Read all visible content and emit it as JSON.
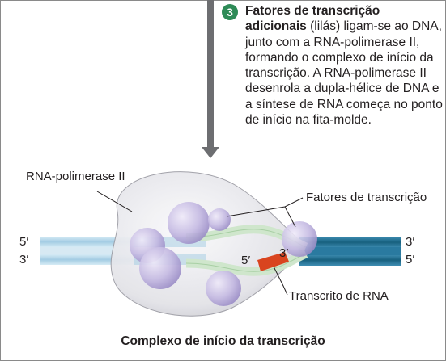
{
  "step": {
    "number": "3",
    "title_bold": "Fatores de transcrição adicionais",
    "text": " (lilás) ligam-se ao DNA, junto com a RNA-polimerase II, formando o complexo de início da transcrição. A RNA-polimerase II desenrola a dupla-hélice de DNA e a síntese de RNA começa no ponto de início na fita-molde."
  },
  "labels": {
    "rna_polymerase": "RNA-polimerase II",
    "transcription_factors": "Fatores de transcrição",
    "rna_transcript": "Transcrito de RNA",
    "left_top_end": "5′",
    "left_bottom_end": "3′",
    "right_top_end": "3′",
    "right_bottom_end": "5′",
    "rna_five_prime": "5′",
    "rna_three_prime": "3′"
  },
  "caption": "Complexo de início da transcrição",
  "colors": {
    "dna_light": "#a9cfe4",
    "dna_dark": "#1f6f96",
    "dna_unwound": "#cfe6cc",
    "polymerase": "#e4e4e8",
    "factors": "#b6a9d8",
    "rna": "#d9441f",
    "step_badge": "#2e8b57",
    "arrow": "#6d6e71"
  }
}
